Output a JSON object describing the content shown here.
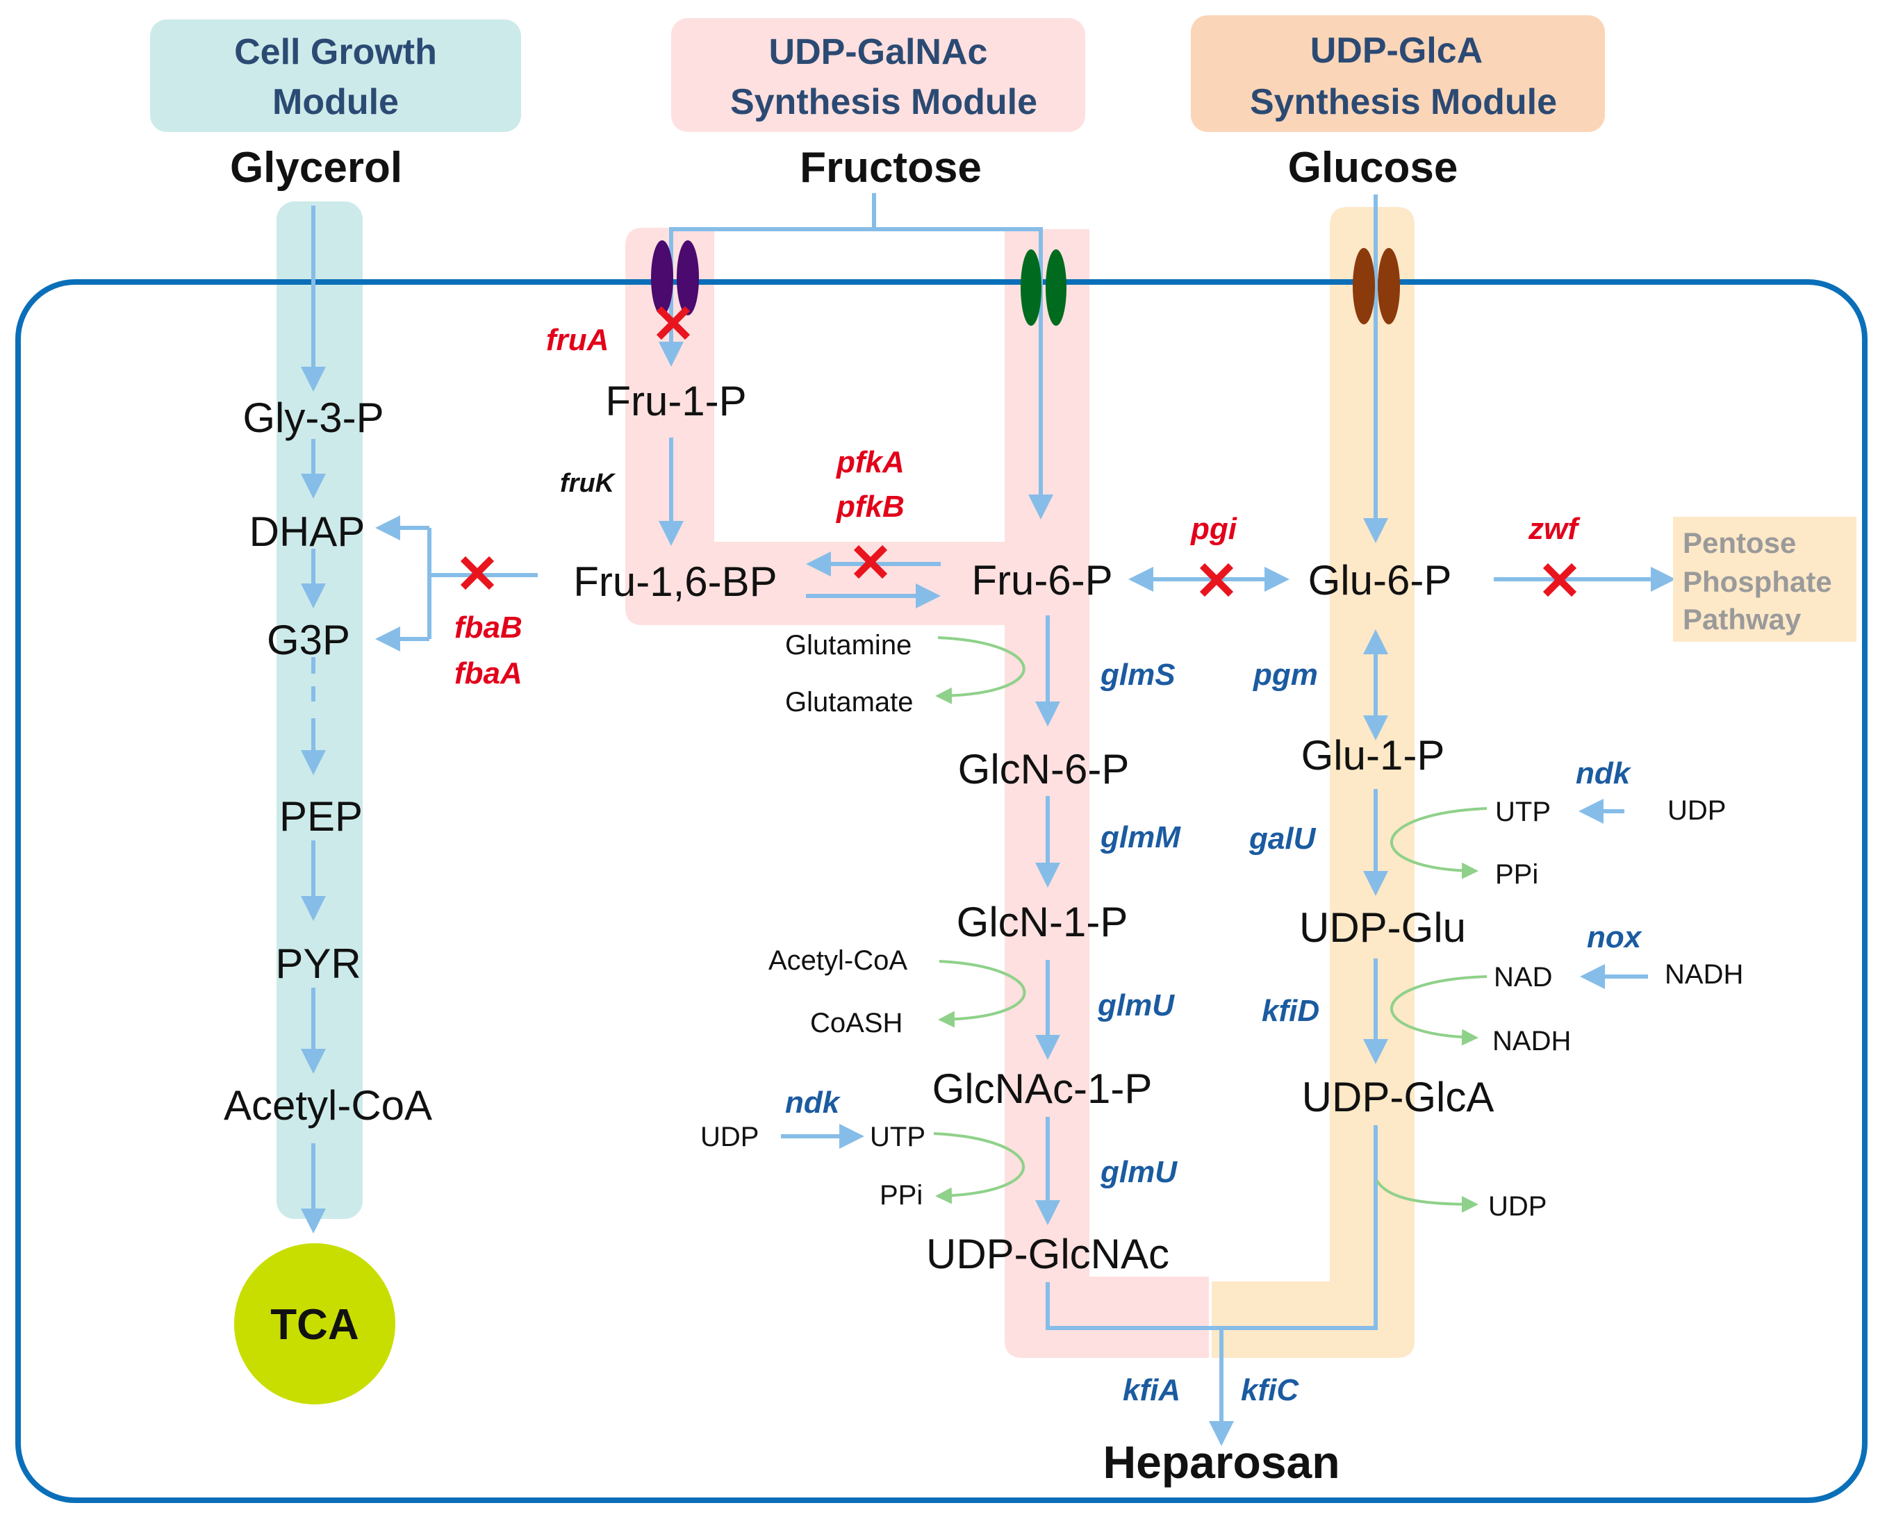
{
  "modules": {
    "cell_growth": [
      "Cell Growth",
      "Module"
    ],
    "udp_galnac": [
      "UDP-GalNAc",
      "Synthesis Module"
    ],
    "udp_glca": [
      "UDP-GlcA",
      "Synthesis Module"
    ]
  },
  "sources": {
    "glycerol": "Glycerol",
    "fructose": "Fructose",
    "glucose": "Glucose"
  },
  "metabolites": {
    "gly3p": "Gly-3-P",
    "dhap": "DHAP",
    "g3p": "G3P",
    "pep": "PEP",
    "pyr": "PYR",
    "acetylcoa": "Acetyl-CoA",
    "tca": "TCA",
    "fru1p": "Fru-1-P",
    "fru16bp": "Fru-1,6-BP",
    "fru6p": "Fru-6-P",
    "glcn6p": "GlcN-6-P",
    "glcn1p": "GlcN-1-P",
    "glcnac1p": "GlcNAc-1-P",
    "udpglcnac": "UDP-GlcNAc",
    "glu6p": "Glu-6-P",
    "glu1p": "Glu-1-P",
    "udpglu": "UDP-Glu",
    "udpglca": "UDP-GlcA",
    "heparosan": "Heparosan"
  },
  "pentose_pathway": [
    "Pentose",
    "Phosphate",
    "Pathway"
  ],
  "enzymes_deleted": {
    "fruA": "fruA",
    "pfkA": "pfkA",
    "pfkB": "pfkB",
    "pgi": "pgi",
    "zwf": "zwf",
    "fbaB": "fbaB",
    "fbaA": "fbaA"
  },
  "enzymes_other": {
    "fruK": "fruK"
  },
  "enzymes_expressed": {
    "glmS": "glmS",
    "glmM": "glmM",
    "glmU1": "glmU",
    "glmU2": "glmU",
    "ndk1": "ndk",
    "pgm": "pgm",
    "galU": "galU",
    "ndk2": "ndk",
    "nox": "nox",
    "kfiD": "kfiD",
    "kfiA": "kfiA",
    "kfiC": "kfiC"
  },
  "cofactors": {
    "glutamine": "Glutamine",
    "glutamate": "Glutamate",
    "acetylcoa_in": "Acetyl-CoA",
    "coash": "CoASH",
    "udp_l": "UDP",
    "utp_l": "UTP",
    "ppi_l": "PPi",
    "utp_r": "UTP",
    "udp_r1": "UDP",
    "ppi_r": "PPi",
    "nad": "NAD",
    "nadh_r": "NADH",
    "nadh_out": "NADH",
    "udp_r2": "UDP"
  },
  "colors": {
    "cell_border": "#0a6fb8",
    "arrow": "#86bde8",
    "cofactor_arrow": "#8fd18a",
    "cell_growth_band": "#cdeaea",
    "galnac_band": "#fde0df",
    "glca_band": "#fde8c8",
    "tca": "#c8de00",
    "knockout": "#e8141e"
  }
}
